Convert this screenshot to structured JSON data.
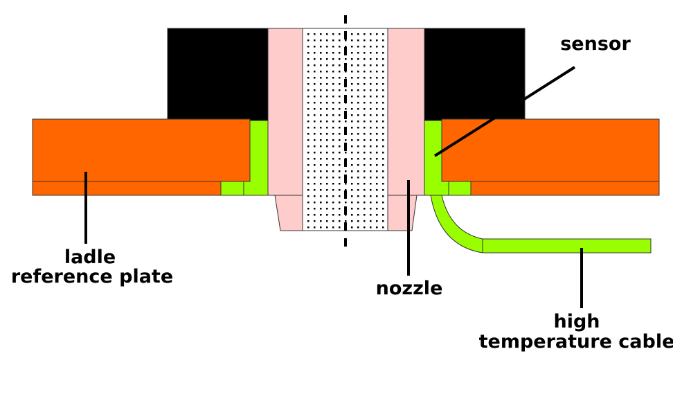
{
  "labels": {
    "sensor": "sensor",
    "ladle_line1": "ladle",
    "ladle_line2": "reference plate",
    "nozzle": "nozzle",
    "cable_line1": "high",
    "cable_line2": "temperature cable"
  },
  "colors": {
    "plate": "#ff6600",
    "sensor_green": "#99ff00",
    "nozzle_pink": "#ffcccc",
    "block": "#000000"
  }
}
